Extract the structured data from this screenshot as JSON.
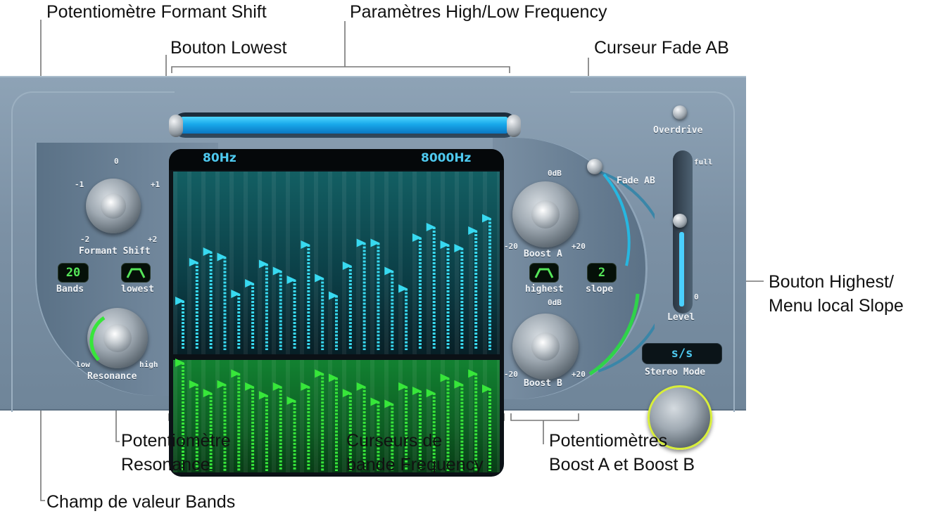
{
  "callouts": {
    "formant_shift_knob": "Potentiomètre Formant Shift",
    "high_low_frequency": "Paramètres High/Low Frequency",
    "lowest_button": "Bouton Lowest",
    "fade_ab_slider": "Curseur Fade AB",
    "highest_slope": [
      "Bouton Highest/",
      "Menu local Slope"
    ],
    "resonance_knob": [
      "Potentiomètre",
      "Resonance"
    ],
    "frequency_band_sliders": [
      "Curseurs de",
      "bande Frequency"
    ],
    "boost_knobs": [
      "Potentiomètres",
      "Boost A et Boost B"
    ],
    "bands_field": "Champ de valeur Bands"
  },
  "plugin": {
    "low_freq": "80Hz",
    "high_freq": "8000Hz",
    "formant_shift": {
      "label": "Formant Shift",
      "top": "0",
      "m1": "-1",
      "p1": "+1",
      "m2": "-2",
      "p2": "+2"
    },
    "bands": {
      "label": "Bands",
      "value": "20"
    },
    "lowest": {
      "label": "lowest"
    },
    "resonance": {
      "label": "Resonance",
      "low": "low",
      "high": "high"
    },
    "boost_a": {
      "label": "Boost A",
      "top": "0dB",
      "min": "-20",
      "max": "+20"
    },
    "boost_b": {
      "label": "Boost B",
      "top": "0dB",
      "min": "-20",
      "max": "+20"
    },
    "highest": {
      "label": "highest"
    },
    "slope": {
      "label": "slope",
      "value": "2"
    },
    "fade_ab": {
      "label": "Fade AB"
    },
    "overdrive": {
      "label": "Overdrive"
    },
    "level": {
      "label": "Level",
      "full": "full",
      "zero": "0",
      "value_fraction": 0.52
    },
    "stereo_mode": {
      "label": "Stereo Mode",
      "value": "s/s"
    }
  },
  "bands_upper": [
    0.72,
    0.5,
    0.44,
    0.47,
    0.68,
    0.62,
    0.51,
    0.55,
    0.6,
    0.4,
    0.59,
    0.69,
    0.52,
    0.39,
    0.39,
    0.55,
    0.65,
    0.36,
    0.3,
    0.4,
    0.42,
    0.32,
    0.25
  ],
  "bands_lower": [
    0.0,
    0.2,
    0.28,
    0.2,
    0.1,
    0.22,
    0.3,
    0.22,
    0.35,
    0.22,
    0.1,
    0.14,
    0.28,
    0.22,
    0.36,
    0.38,
    0.22,
    0.26,
    0.28,
    0.14,
    0.2,
    0.1,
    0.24
  ],
  "colors": {
    "upper_marker": "#38d9f0",
    "lower_marker": "#37e63a"
  }
}
